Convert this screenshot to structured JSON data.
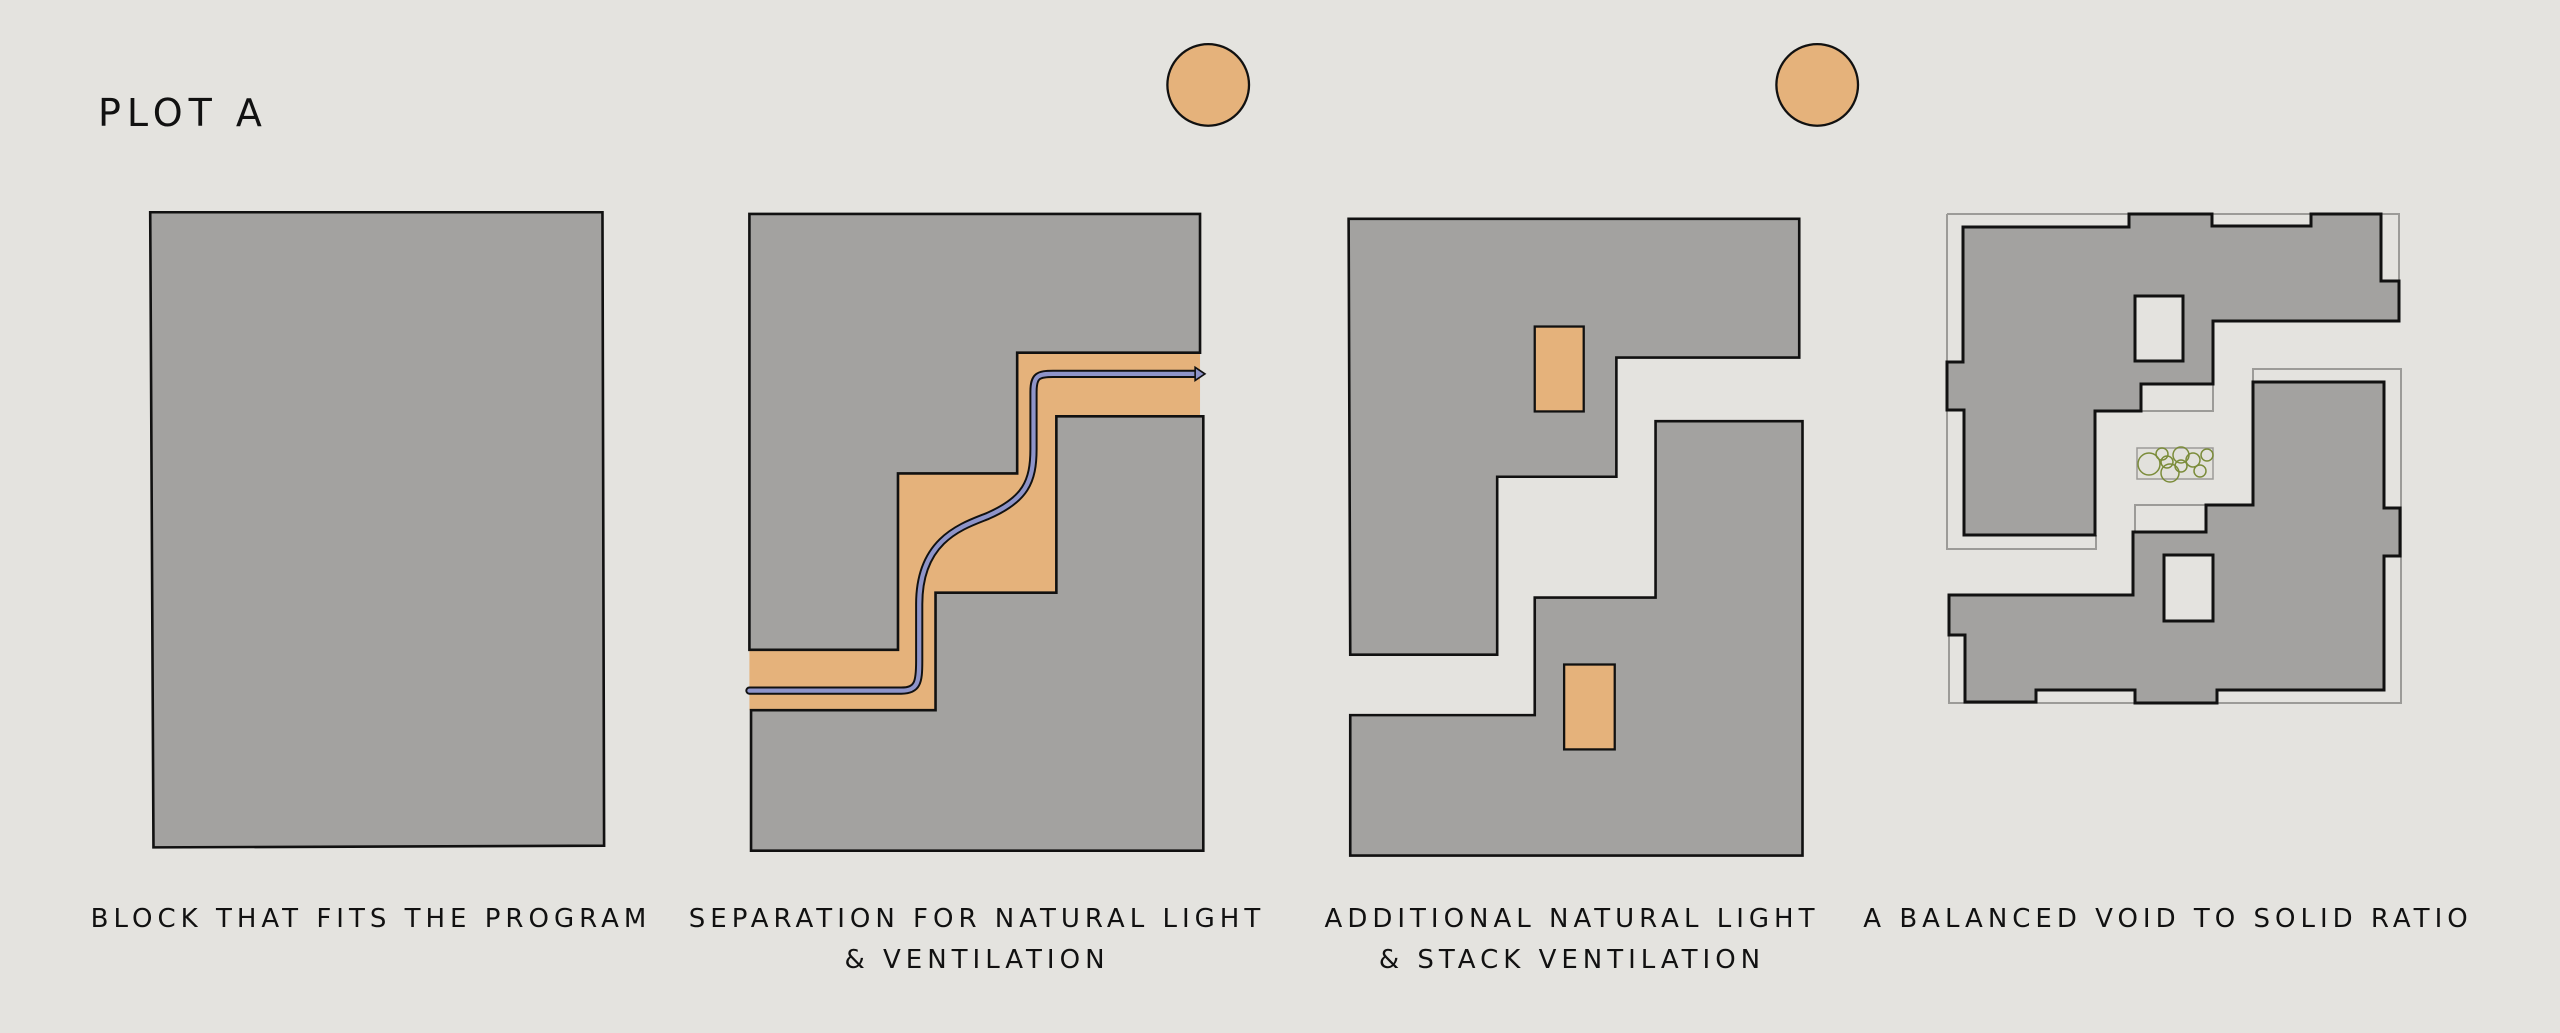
{
  "title": "PLOT A",
  "colors": {
    "background": "#e4e3df",
    "solid": "#a3a2a0",
    "void": "#e5b27b",
    "airflow": "#8e94c9",
    "planting": "#7b8c3a"
  },
  "diagrams": [
    {
      "caption_line1": "BLOCK THAT FITS THE PROGRAM",
      "caption_line2": ""
    },
    {
      "caption_line1": "SEPARATION FOR NATURAL LIGHT",
      "caption_line2": "& VENTILATION"
    },
    {
      "caption_line1": "ADDITIONAL NATURAL LIGHT",
      "caption_line2": "& STACK VENTILATION"
    },
    {
      "caption_line1": "A BALANCED VOID TO SOLID RATIO",
      "caption_line2": ""
    }
  ]
}
